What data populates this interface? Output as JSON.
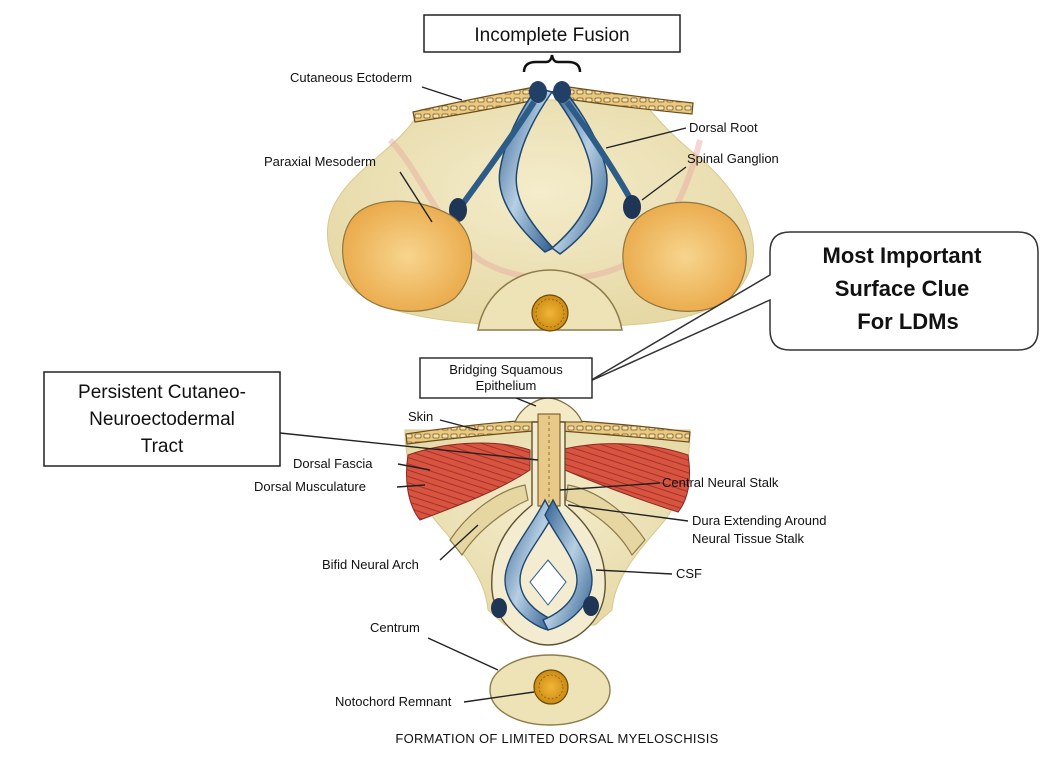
{
  "top": {
    "fusion_box": "Incomplete Fusion",
    "labels": {
      "cutaneous_ectoderm": "Cutaneous Ectoderm",
      "dorsal_root": "Dorsal Root",
      "paraxial_mesoderm": "Paraxial Mesoderm",
      "spinal_ganglion": "Spinal Ganglion"
    }
  },
  "callout": {
    "line1": "Most Important",
    "line2": "Surface Clue",
    "line3": "For LDMs"
  },
  "bottom": {
    "bridging_box": {
      "line1": "Bridging Squamous",
      "line2": "Epithelium"
    },
    "tract_box": {
      "line1": "Persistent Cutaneo-",
      "line2": "Neuroectodermal",
      "line3": "Tract"
    },
    "labels": {
      "skin": "Skin",
      "dorsal_fascia": "Dorsal Fascia",
      "dorsal_musculature": "Dorsal Musculature",
      "central_neural_stalk": "Central Neural Stalk",
      "dura_line1": "Dura Extending Around",
      "dura_line2": "Neural Tissue Stalk",
      "bifid_neural_arch": "Bifid Neural Arch",
      "csf": "CSF",
      "centrum": "Centrum",
      "notochord_remnant": "Notochord Remnant"
    }
  },
  "caption": "FORMATION OF LIMITED DORSAL MYELOSCHISIS",
  "colors": {
    "tissue": "#eee6bd",
    "tissue_edge": "#b9ac7d",
    "mesoderm": "#f2c46e",
    "muscle": "#cf4a3a",
    "neural": "#a9c4dc",
    "neural_dark": "#2f5f8f",
    "ganglion": "#1e3556",
    "notochord": "#e2a020"
  }
}
